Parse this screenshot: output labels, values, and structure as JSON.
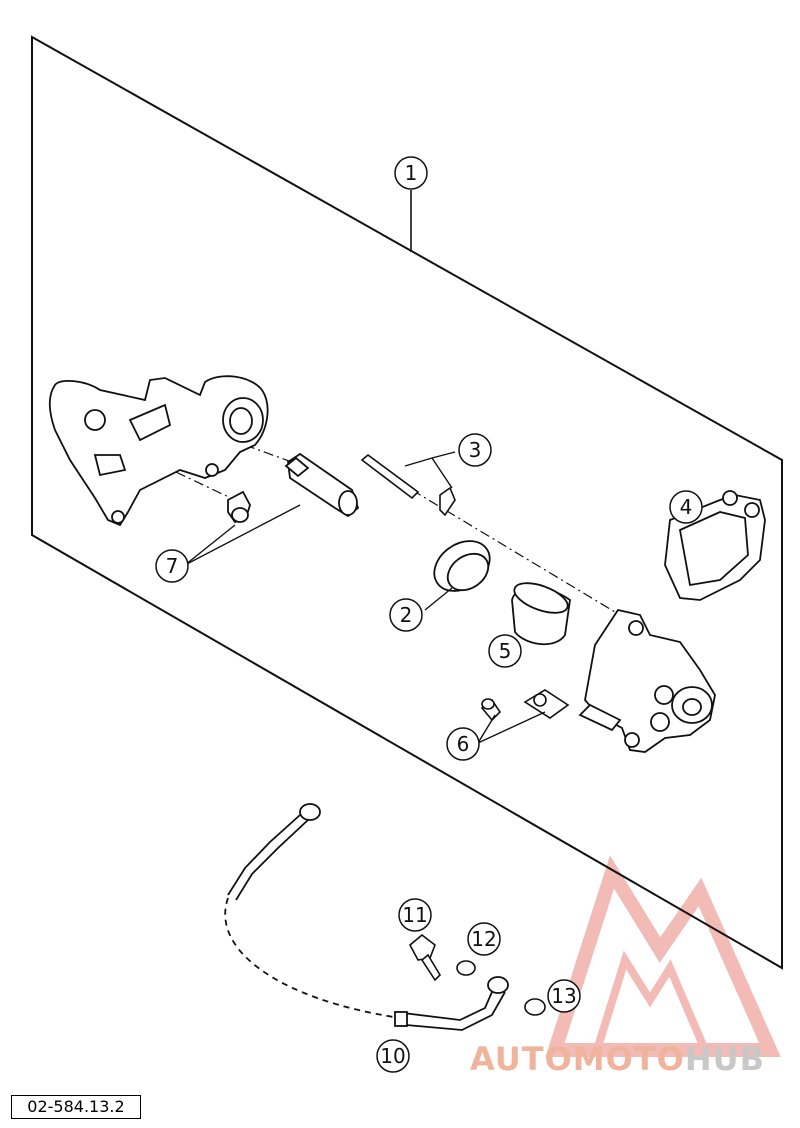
{
  "diagram": {
    "callouts": [
      {
        "id": "c1",
        "label": "1"
      },
      {
        "id": "c2",
        "label": "2"
      },
      {
        "id": "c3",
        "label": "3"
      },
      {
        "id": "c4",
        "label": "4"
      },
      {
        "id": "c5",
        "label": "5"
      },
      {
        "id": "c6",
        "label": "6"
      },
      {
        "id": "c7",
        "label": "7"
      },
      {
        "id": "c10",
        "label": "10"
      },
      {
        "id": "c11",
        "label": "11"
      },
      {
        "id": "c12",
        "label": "12"
      },
      {
        "id": "c13",
        "label": "13"
      }
    ],
    "reference_code": "02-584.13.2"
  },
  "watermark": {
    "text_part1": "AUTOMOTO",
    "text_part2": "HUB",
    "color_primary": "#f0b49c",
    "color_secondary": "#c8c8c8"
  }
}
